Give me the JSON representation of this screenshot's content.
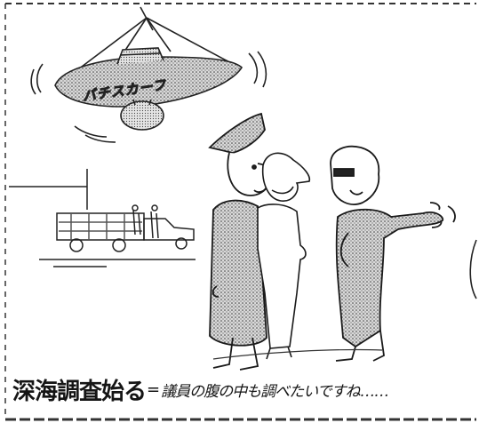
{
  "bathyscaphe_label": "バチスカーフ",
  "caption": {
    "title": "深海調査始る",
    "dash": "=",
    "text": "議員の腹の中も調べたいですね……"
  }
}
